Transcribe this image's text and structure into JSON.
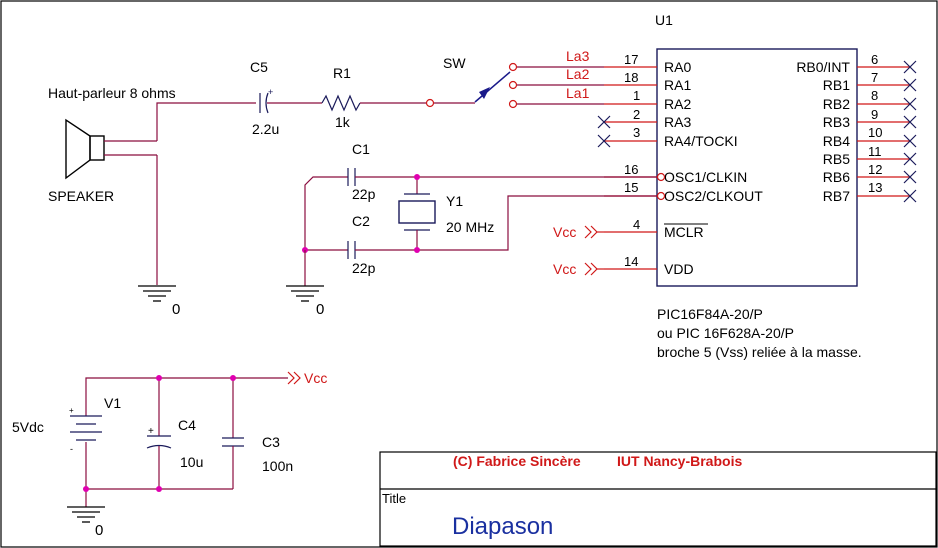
{
  "u1": {
    "ref": "U1",
    "left_pins": [
      {
        "num": "17",
        "name": "RA0",
        "net": "La3"
      },
      {
        "num": "18",
        "name": "RA1",
        "net": "La2"
      },
      {
        "num": "1",
        "name": "RA2",
        "net": "La1"
      },
      {
        "num": "2",
        "name": "RA3"
      },
      {
        "num": "3",
        "name": "RA4/TOCKI"
      },
      {
        "num": "16",
        "name": "OSC1/CLKIN"
      },
      {
        "num": "15",
        "name": "OSC2/CLKOUT"
      },
      {
        "num": "4",
        "name": "MCLR"
      },
      {
        "num": "14",
        "name": "VDD"
      }
    ],
    "right_pins": [
      {
        "num": "6",
        "name": "RB0/INT"
      },
      {
        "num": "7",
        "name": "RB1"
      },
      {
        "num": "8",
        "name": "RB2"
      },
      {
        "num": "9",
        "name": "RB3"
      },
      {
        "num": "10",
        "name": "RB4"
      },
      {
        "num": "11",
        "name": "RB5"
      },
      {
        "num": "12",
        "name": "RB6"
      },
      {
        "num": "13",
        "name": "RB7"
      }
    ],
    "part": "PIC16F84A-20/P",
    "note1": "ou PIC 16F628A-20/P",
    "note2": "broche 5 (Vss) reliée à la masse."
  },
  "speaker": {
    "desc": "Haut-parleur 8 ohms",
    "ref": "SPEAKER"
  },
  "c5": {
    "ref": "C5",
    "value": "2.2u"
  },
  "r1": {
    "ref": "R1",
    "value": "1k"
  },
  "sw": {
    "ref": "SW"
  },
  "c1": {
    "ref": "C1",
    "value": "22p"
  },
  "c2": {
    "ref": "C2",
    "value": "22p"
  },
  "y1": {
    "ref": "Y1",
    "value": "20 MHz"
  },
  "v1": {
    "ref": "V1",
    "value": "5Vdc"
  },
  "c4": {
    "ref": "C4",
    "value": "10u"
  },
  "c3": {
    "ref": "C3",
    "value": "100n"
  },
  "vcc": "Vcc",
  "ground": "0",
  "title_block": {
    "credit1": "(C) Fabrice Sincère",
    "credit2": "IUT Nancy-Brabois",
    "title_label": "Title",
    "title": "Diapason"
  }
}
